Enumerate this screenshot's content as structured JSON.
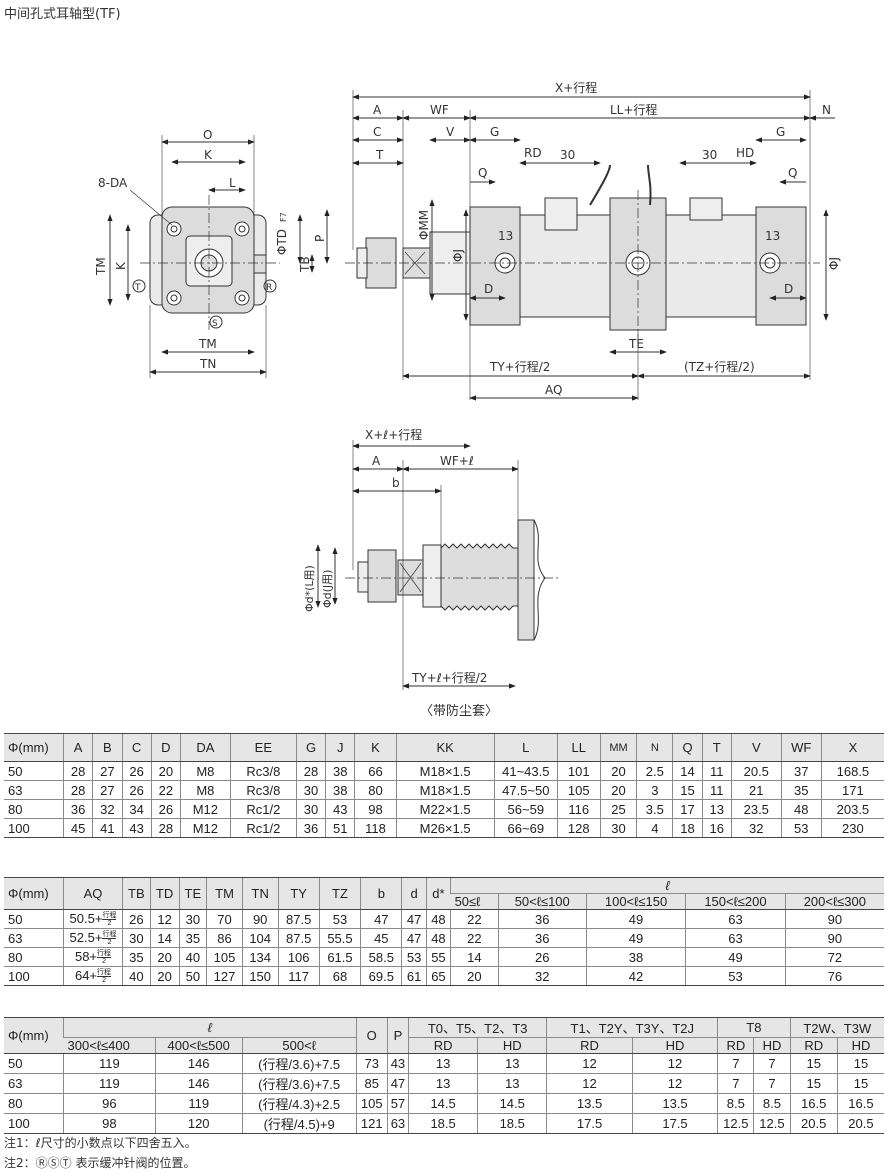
{
  "title": "中间孔式耳轴型(TF)",
  "drawing": {
    "end_view": {
      "o": "O",
      "k": "K",
      "l": "L",
      "da": "8-DA",
      "td": "ΦTD",
      "td_fit": "F7",
      "p": "P",
      "tb": "TB",
      "tm_v": "TM",
      "k_v": "K",
      "tm_h": "TM",
      "tn": "TN",
      "mark_t": "T",
      "mark_r": "R",
      "mark_s": "S"
    },
    "side_view": {
      "x": "X+行程",
      "a": "A",
      "wf": "WF",
      "ll": "LL+行程",
      "n": "N",
      "c": "C",
      "v": "V",
      "g1": "G",
      "g2": "G",
      "t": "T",
      "rd": "RD",
      "d30a": "30",
      "d30b": "30",
      "hd": "HD",
      "q1": "Q",
      "q2": "Q",
      "mm": "ΦMM",
      "j1": "ΦJ",
      "j2": "ΦJ",
      "s13a": "13",
      "s13b": "13",
      "d1": "D",
      "d2": "D",
      "te": "TE",
      "ty": "TY+行程/2",
      "tz": "(TZ+行程/2)",
      "aq": "AQ"
    },
    "boot_view": {
      "x": "X+ℓ+行程",
      "a": "A",
      "wf": "WF+ℓ",
      "b": "b",
      "dl": "Φd*(L用)",
      "dj": "Φd(J用)",
      "ty": "TY+ℓ+行程/2",
      "caption": "〈带防尘套〉"
    }
  },
  "table1": {
    "headers": [
      "Φ(mm)",
      "A",
      "B",
      "C",
      "D",
      "DA",
      "EE",
      "G",
      "J",
      "K",
      "KK",
      "L",
      "LL",
      "MM",
      "N",
      "Q",
      "T",
      "V",
      "WF",
      "X"
    ],
    "rows": [
      [
        "50",
        "28",
        "27",
        "26",
        "20",
        "M8",
        "Rc3/8",
        "28",
        "38",
        "66",
        "M18×1.5",
        "41~43.5",
        "101",
        "20",
        "2.5",
        "14",
        "11",
        "20.5",
        "37",
        "168.5"
      ],
      [
        "63",
        "28",
        "27",
        "26",
        "22",
        "M8",
        "Rc3/8",
        "30",
        "38",
        "80",
        "M18×1.5",
        "47.5~50",
        "105",
        "20",
        "3",
        "15",
        "11",
        "21",
        "35",
        "171"
      ],
      [
        "80",
        "36",
        "32",
        "34",
        "26",
        "M12",
        "Rc1/2",
        "30",
        "43",
        "98",
        "M22×1.5",
        "56~59",
        "116",
        "25",
        "3.5",
        "17",
        "13",
        "23.5",
        "48",
        "203.5"
      ],
      [
        "100",
        "45",
        "41",
        "43",
        "28",
        "M12",
        "Rc1/2",
        "36",
        "51",
        "118",
        "M26×1.5",
        "66~69",
        "128",
        "30",
        "4",
        "18",
        "16",
        "32",
        "53",
        "230"
      ]
    ]
  },
  "table2": {
    "headers": [
      "Φ(mm)",
      "AQ",
      "TB",
      "TD",
      "TE",
      "TM",
      "TN",
      "TY",
      "TZ",
      "b",
      "d",
      "d*"
    ],
    "l_label": "ℓ",
    "l_subheaders": [
      "50≤ℓ",
      "50<ℓ≤100",
      "100<ℓ≤150",
      "150<ℓ≤200",
      "200<ℓ≤300"
    ],
    "aq_frac_num": "行程",
    "aq_frac_den": "2",
    "rows": [
      {
        "phi": "50",
        "aq": "50.5+",
        "v": [
          "26",
          "12",
          "30",
          "70",
          "90",
          "87.5",
          "53",
          "47",
          "47",
          "48"
        ],
        "l": [
          "22",
          "36",
          "49",
          "63",
          "90"
        ]
      },
      {
        "phi": "63",
        "aq": "52.5+",
        "v": [
          "30",
          "14",
          "35",
          "86",
          "104",
          "87.5",
          "55.5",
          "45",
          "47",
          "48"
        ],
        "l": [
          "22",
          "36",
          "49",
          "63",
          "90"
        ]
      },
      {
        "phi": "80",
        "aq": "58+",
        "v": [
          "35",
          "20",
          "40",
          "105",
          "134",
          "106",
          "61.5",
          "58.5",
          "53",
          "55"
        ],
        "l": [
          "14",
          "26",
          "38",
          "49",
          "72"
        ]
      },
      {
        "phi": "100",
        "aq": "64+",
        "v": [
          "40",
          "20",
          "50",
          "127",
          "150",
          "117",
          "68",
          "69.5",
          "61",
          "65"
        ],
        "l": [
          "20",
          "32",
          "42",
          "53",
          "76"
        ]
      }
    ]
  },
  "table3": {
    "phi": "Φ(mm)",
    "l_label": "ℓ",
    "l_subheaders": [
      "300<ℓ≤400",
      "400<ℓ≤500",
      "500<ℓ"
    ],
    "o": "O",
    "p": "P",
    "groups": [
      "T0、T5、T2、T3",
      "T1、T2Y、T3Y、T2J",
      "T8",
      "T2W、T3W"
    ],
    "sub": [
      "RD",
      "HD",
      "RD",
      "HD",
      "RD",
      "HD",
      "RD",
      "HD"
    ],
    "rows": [
      [
        "50",
        "119",
        "146",
        "(行程/3.6)+7.5",
        "73",
        "43",
        "13",
        "13",
        "12",
        "12",
        "7",
        "7",
        "15",
        "15"
      ],
      [
        "63",
        "119",
        "146",
        "(行程/3.6)+7.5",
        "85",
        "47",
        "13",
        "13",
        "12",
        "12",
        "7",
        "7",
        "15",
        "15"
      ],
      [
        "80",
        "96",
        "119",
        "(行程/4.3)+2.5",
        "105",
        "57",
        "14.5",
        "14.5",
        "13.5",
        "13.5",
        "8.5",
        "8.5",
        "16.5",
        "16.5"
      ],
      [
        "100",
        "98",
        "120",
        "(行程/4.5)+9",
        "121",
        "63",
        "18.5",
        "18.5",
        "17.5",
        "17.5",
        "12.5",
        "12.5",
        "20.5",
        "20.5"
      ]
    ]
  },
  "notes": [
    "注1：ℓ尺寸的小数点以下四舍五入。",
    "注2：ⓇⓈⓉ 表示缓冲针阀的位置。"
  ]
}
